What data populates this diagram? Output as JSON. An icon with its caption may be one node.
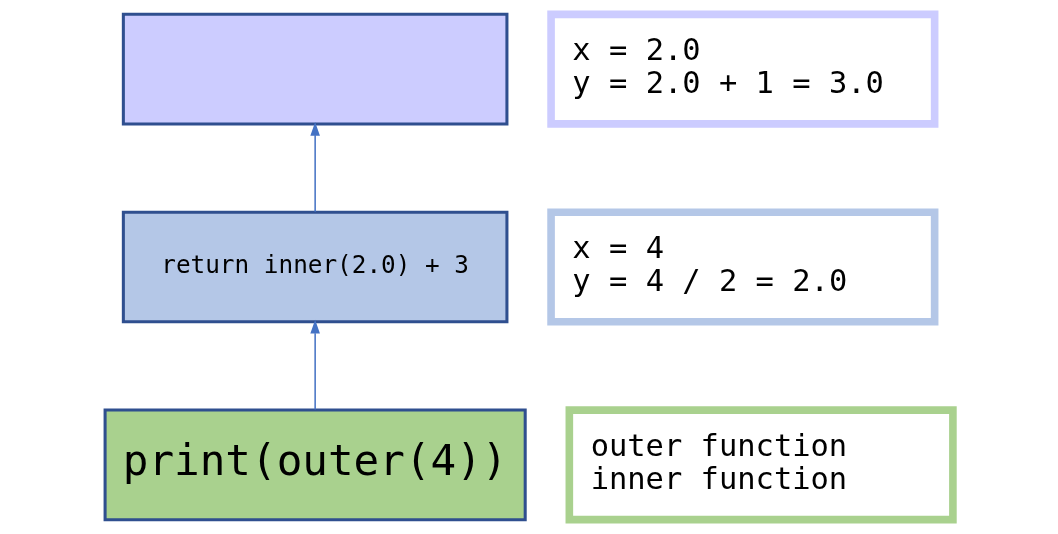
{
  "diagram": {
    "nodes": [
      {
        "text": [],
        "shape": "box"
      },
      {
        "text": [
          "return inner(2.0) + 3"
        ]
      },
      {
        "text": [
          "print(outer(4))"
        ]
      },
      {
        "text": [
          "x = 2.0",
          "y = 2.0 + 1 = 3.0"
        ]
      },
      {
        "text": [
          "x = 4",
          "y = 4 / 2 = 2.0"
        ]
      },
      {
        "text": [
          "outer function",
          "inner function"
        ]
      }
    ],
    "edges": [
      {
        "from": 2,
        "to": 1,
        "arrow": "to"
      },
      {
        "from": 1,
        "to": 0,
        "arrow": "to"
      }
    ]
  }
}
